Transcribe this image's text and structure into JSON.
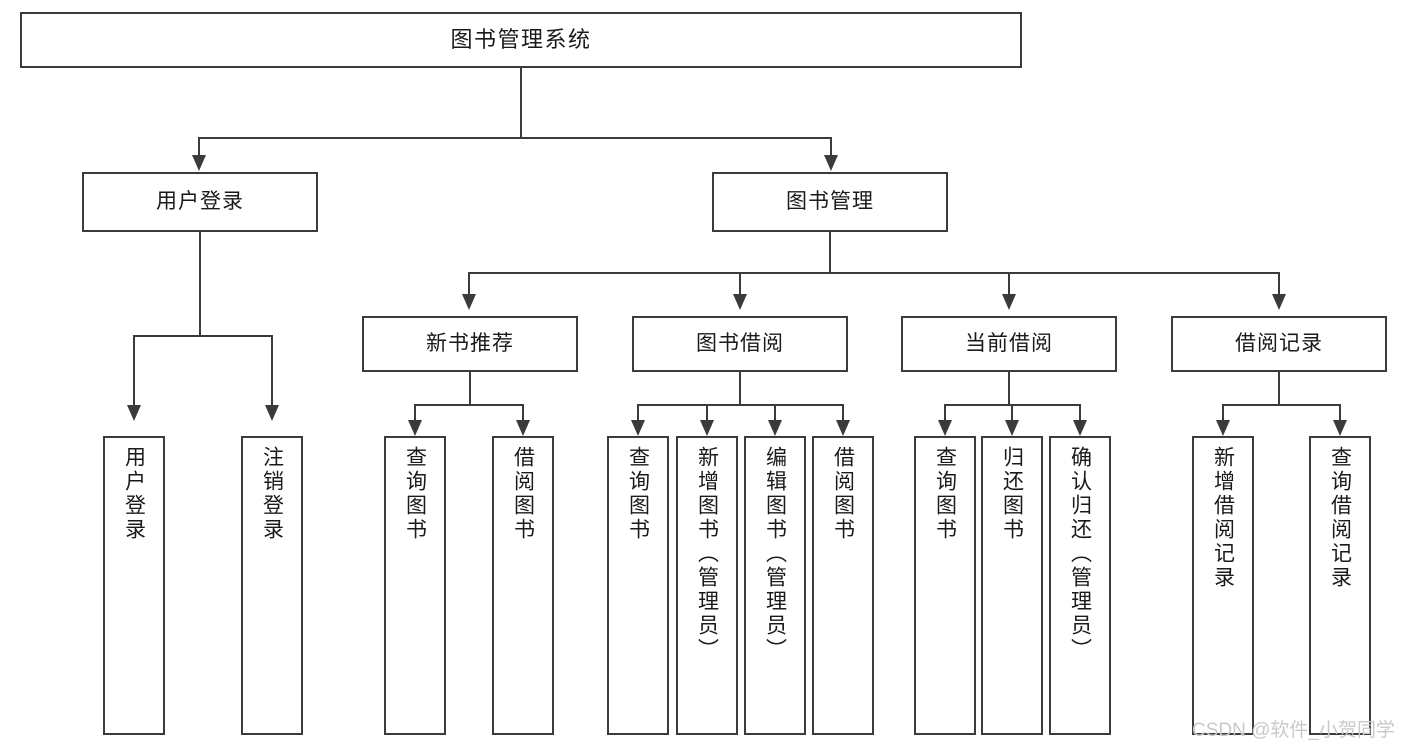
{
  "diagram": {
    "type": "tree",
    "title": "图书管理系统",
    "root": {
      "label": "图书管理系统"
    },
    "level1": [
      {
        "id": "user-login",
        "label": "用户登录"
      },
      {
        "id": "book-management",
        "label": "图书管理"
      }
    ],
    "level2": [
      {
        "id": "new-book-recommend",
        "label": "新书推荐",
        "parent": "book-management"
      },
      {
        "id": "book-borrow",
        "label": "图书借阅",
        "parent": "book-management"
      },
      {
        "id": "current-borrow",
        "label": "当前借阅",
        "parent": "book-management"
      },
      {
        "id": "borrow-records",
        "label": "借阅记录",
        "parent": "book-management"
      }
    ],
    "leaves": {
      "user-login": [
        {
          "id": "leaf-user-login",
          "label": "用户登录"
        },
        {
          "id": "leaf-logout",
          "label": "注销登录"
        }
      ],
      "new-book-recommend": [
        {
          "id": "leaf-query-book-1",
          "label": "查询图书"
        },
        {
          "id": "leaf-borrow-book-1",
          "label": "借阅图书"
        }
      ],
      "book-borrow": [
        {
          "id": "leaf-query-book-2",
          "label": "查询图书"
        },
        {
          "id": "leaf-add-book",
          "label": "新增图书（管理员）"
        },
        {
          "id": "leaf-edit-book",
          "label": "编辑图书（管理员）"
        },
        {
          "id": "leaf-borrow-book-2",
          "label": "借阅图书"
        }
      ],
      "current-borrow": [
        {
          "id": "leaf-query-book-3",
          "label": "查询图书"
        },
        {
          "id": "leaf-return-book",
          "label": "归还图书"
        },
        {
          "id": "leaf-confirm-return",
          "label": "确认归还（管理员）"
        }
      ],
      "borrow-records": [
        {
          "id": "leaf-add-record",
          "label": "新增借阅记录"
        },
        {
          "id": "leaf-query-record",
          "label": "查询借阅记录"
        }
      ]
    }
  },
  "watermark": {
    "text": "CSDN @软件_小贺同学"
  },
  "colors": {
    "stroke": "#3b3b3b",
    "background": "#ffffff",
    "text": "#1a1a1a",
    "watermark": "#c9c9c9"
  }
}
